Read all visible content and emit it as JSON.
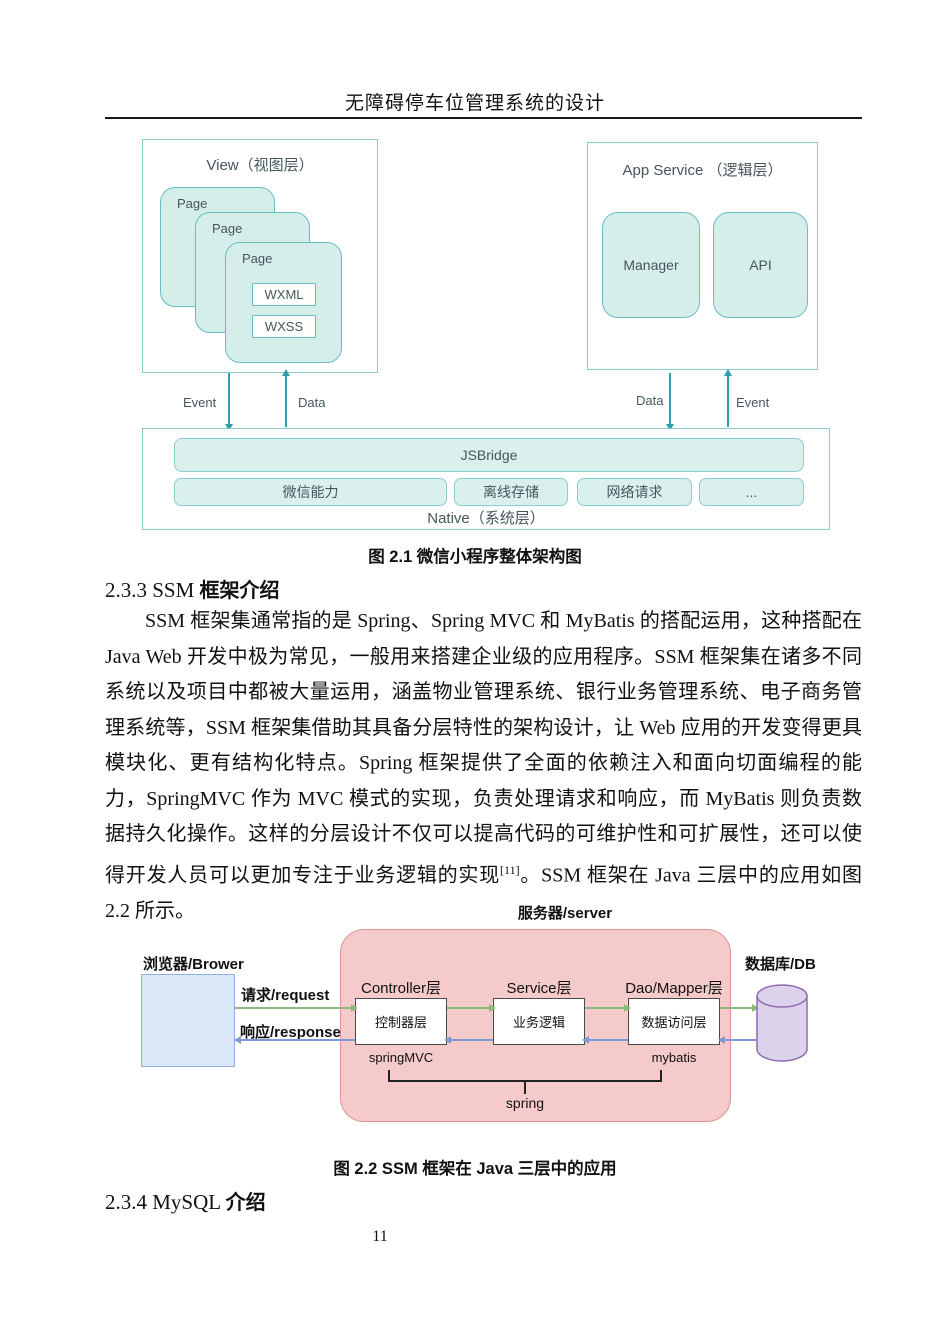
{
  "page": {
    "header_title": "无障碍停车位管理系统的设计",
    "page_number": "11"
  },
  "figure1": {
    "view_panel": {
      "title": "View（视图层）",
      "pages": [
        "Page",
        "Page",
        "Page"
      ],
      "files": [
        "WXML",
        "WXSS"
      ]
    },
    "app_service_panel": {
      "title": "App Service （逻辑层）",
      "modules": [
        "Manager",
        "API"
      ]
    },
    "arrows": {
      "left_down": "Event",
      "left_up": "Data",
      "right_down": "Data",
      "right_up": "Event"
    },
    "native_panel": {
      "title": "Native（系统层）",
      "bridge": "JSBridge",
      "capabilities": [
        "微信能力",
        "离线存储",
        "网络请求",
        "..."
      ]
    },
    "caption": "图 2.1 微信小程序整体架构图"
  },
  "section1": {
    "heading_num": "2.3.3 SSM ",
    "heading_text": "框架介绍",
    "paragraph": "SSM 框架集通常指的是 Spring、Spring MVC 和 MyBatis 的搭配运用，这种搭配在 Java Web 开发中极为常见，一般用来搭建企业级的应用程序。SSM 框架集在诸多不同系统以及项目中都被大量运用，涵盖物业管理系统、银行业务管理系统、电子商务管理系统等，SSM 框架集借助其具备分层特性的架构设计，让 Web 应用的开发变得更具模块化、更有结构化特点。Spring 框架提供了全面的依赖注入和面向切面编程的能力，SpringMVC 作为 MVC 模式的实现，负责处理请求和响应，而 MyBatis 则负责数据持久化操作。这样的分层设计不仅可以提高代码的可维护性和可扩展性，还可以使得开发人员可以更加专注于业务逻辑的实现",
    "paragraph_ref": "[11]",
    "paragraph_tail": "。SSM 框架在 Java 三层中的应用如图 2.2 所示。"
  },
  "figure2": {
    "server_label": "服务器/server",
    "browser_label": "浏览器/Brower",
    "request_label": "请求/request",
    "response_label": "响应/response",
    "db_label": "数据库/DB",
    "layers": [
      {
        "title": "Controller层",
        "body": "控制器层",
        "sub": "springMVC"
      },
      {
        "title": "Service层",
        "body": "业务逻辑",
        "sub": ""
      },
      {
        "title": "Dao/Mapper层",
        "body": "数据访问层",
        "sub": "mybatis"
      }
    ],
    "spring_label": "spring",
    "caption": "图 2.2 SSM 框架在 Java 三层中的应用"
  },
  "section2": {
    "heading_num": "2.3.4 MySQL ",
    "heading_text": "介绍"
  },
  "colors": {
    "teal_border": "#68bdc3",
    "panel_border": "#8ccbd0",
    "mint_fill": "#d5eeea",
    "mint_fill_light": "#daf0ed",
    "diagram1_text": "#44585c",
    "arrow_teal": "#2f9fad",
    "pink_fill": "#f5caca",
    "pink_border": "#dc9493",
    "blue_box_fill": "#d9e7f8",
    "blue_box_border": "#8fb2d8",
    "purple_fill": "#ddd2ec",
    "purple_border": "#8f6db0",
    "green_arrow": "#8cba7c",
    "blue_arrow": "#7e9ad0",
    "dark_box_border": "#4a4a4a",
    "text_black": "#111111"
  }
}
